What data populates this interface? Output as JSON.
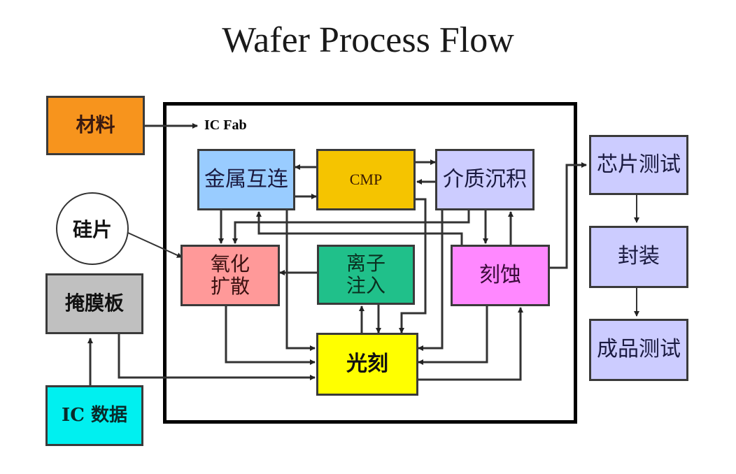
{
  "title": "Wafer Process Flow",
  "fab_label": "IC Fab",
  "colors": {
    "materials": "#f7941d",
    "metal": "#99ccff",
    "cmp": "#f5c400",
    "dielectric": "#ccccff",
    "oxidation": "#ff9999",
    "implant": "#22c08a",
    "etch": "#ff88ff",
    "litho": "#ffff00",
    "mask": "#c0c0c0",
    "icdata": "#00ffff",
    "backend": "#ccccff"
  },
  "nodes": {
    "materials": "材料",
    "wafer": "硅片",
    "mask": "掩膜板",
    "icdata": "IC 数据",
    "metal": "金属互连",
    "cmp": "CMP",
    "dielectric": "介质沉积",
    "oxidation": "氧化\n扩散",
    "implant": "离子\n注入",
    "etch": "刻蚀",
    "litho": "光刻",
    "chiptest": "芯片测试",
    "package": "封装",
    "finaltest": "成品测试"
  },
  "edges": [
    [
      "材料",
      "IC Fab"
    ],
    [
      "硅片",
      "氧化扩散"
    ],
    [
      "IC 数据",
      "掩膜板"
    ],
    [
      "掩膜板",
      "光刻"
    ],
    [
      "CMP",
      "金属互连"
    ],
    [
      "金属互连",
      "CMP"
    ],
    [
      "CMP",
      "介质沉积"
    ],
    [
      "介质沉积",
      "CMP"
    ],
    [
      "金属互连",
      "氧化扩散"
    ],
    [
      "介质沉积",
      "氧化扩散"
    ],
    [
      "刻蚀",
      "金属互连"
    ],
    [
      "介质沉积",
      "刻蚀"
    ],
    [
      "刻蚀",
      "介质沉积"
    ],
    [
      "离子注入",
      "氧化扩散"
    ],
    [
      "光刻",
      "离子注入"
    ],
    [
      "离子注入",
      "光刻"
    ],
    [
      "CMP",
      "光刻"
    ],
    [
      "金属互连",
      "光刻"
    ],
    [
      "氧化扩散",
      "光刻"
    ],
    [
      "介质沉积",
      "光刻"
    ],
    [
      "刻蚀",
      "光刻"
    ],
    [
      "光刻",
      "刻蚀"
    ],
    [
      "刻蚀",
      "芯片测试"
    ],
    [
      "芯片测试",
      "封装"
    ],
    [
      "封装",
      "成品测试"
    ]
  ]
}
